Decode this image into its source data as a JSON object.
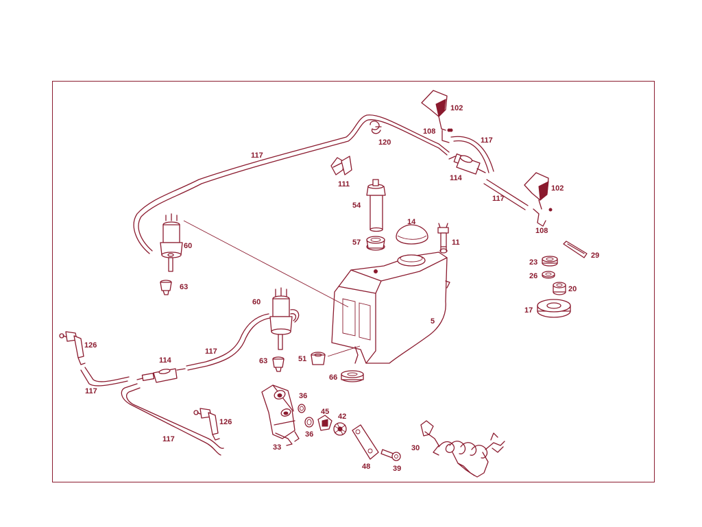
{
  "colors": {
    "line": "#8a1a2e",
    "background": "#ffffff"
  },
  "callouts": {
    "c5": "5",
    "c11": "11",
    "c14": "14",
    "c17": "17",
    "c20": "20",
    "c23": "23",
    "c26": "26",
    "c29": "29",
    "c30": "30",
    "c33": "33",
    "c36a": "36",
    "c36b": "36",
    "c39": "39",
    "c42": "42",
    "c45": "45",
    "c48": "48",
    "c51": "51",
    "c54": "54",
    "c57": "57",
    "c60a": "60",
    "c60b": "60",
    "c63a": "63",
    "c63b": "63",
    "c66": "66",
    "c102a": "102",
    "c102b": "102",
    "c108a": "108",
    "c108b": "108",
    "c111": "111",
    "c114a": "114",
    "c114b": "114",
    "c117a": "117",
    "c117b": "117",
    "c117c": "117",
    "c117d": "117",
    "c117e": "117",
    "c117f": "117",
    "c120": "120",
    "c126a": "126",
    "c126b": "126"
  }
}
